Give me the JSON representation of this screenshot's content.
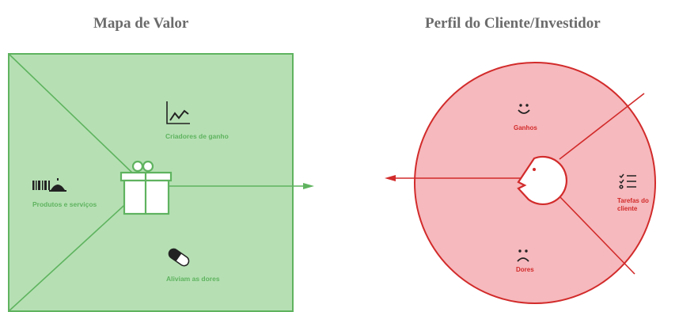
{
  "titles": {
    "left": "Mapa de Valor",
    "right": "Perfil do Cliente/Investidor"
  },
  "value_map": {
    "gain_creators": "Criadores de ganho",
    "products_services": "Produtos e serviços",
    "pain_relievers": "Aliviam as dores"
  },
  "customer_profile": {
    "gains": "Ganhos",
    "pains": "Dores",
    "jobs_line1": "Tarefas do",
    "jobs_line2": "cliente"
  },
  "colors": {
    "green_fill": "#b6e0b4",
    "green_line": "#5fb35f",
    "red_fill": "#f6b9bd",
    "red_line": "#d22b2b"
  }
}
